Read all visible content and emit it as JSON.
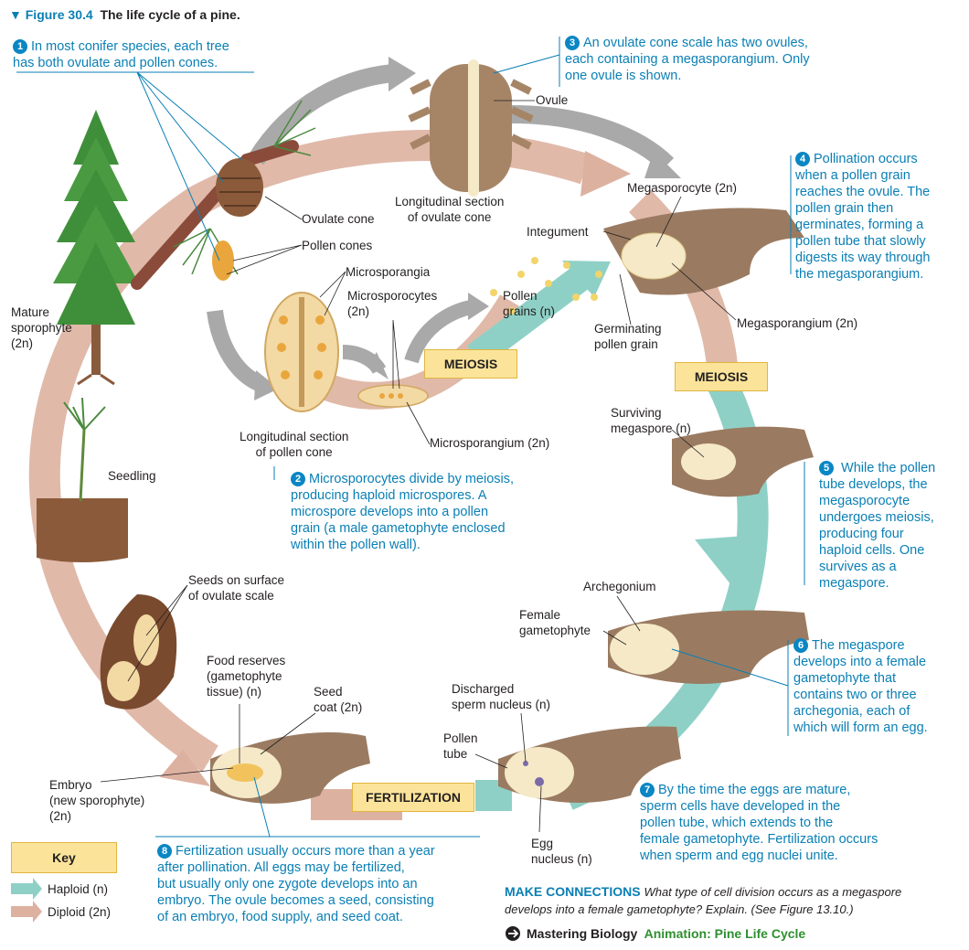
{
  "title": {
    "figure": "▼ Figure 30.4",
    "caption": "The life cycle of a pine."
  },
  "steps": [
    {
      "num": "1",
      "text": "In most conifer species, each tree\nhas both ovulate and pollen cones."
    },
    {
      "num": "2",
      "text": "Microsporocytes divide by meiosis,\nproducing haploid microspores. A\nmicrospore develops into a pollen\ngrain (a male gametophyte enclosed\nwithin the pollen wall)."
    },
    {
      "num": "3",
      "text": "An ovulate cone scale has two ovules,\neach containing a megasporangium. Only\none ovule is shown."
    },
    {
      "num": "4",
      "text": "Pollination occurs\nwhen a pollen grain\nreaches the ovule. The\npollen grain then\ngerminates, forming a\npollen tube that slowly\ndigests its way through\nthe megasporangium."
    },
    {
      "num": "5",
      "text": " While the pollen\ntube develops, the\nmegasporocyte\nundergoes meiosis,\nproducing four\nhaploid cells. One\nsurvives as a\nmegaspore."
    },
    {
      "num": "6",
      "text": "The megaspore\ndevelops into a female\ngametophyte that\ncontains two or three\narchegonia, each of\nwhich will form an egg."
    },
    {
      "num": "7",
      "text": "By the time the eggs are mature,\nsperm cells have developed in the\npollen tube, which extends to the\nfemale gametophyte. Fertilization occurs\nwhen sperm and egg nuclei unite."
    },
    {
      "num": "8",
      "text": "Fertilization usually occurs more than a year\nafter pollination. All eggs may be fertilized,\nbut usually only one zygote develops into an\nembryo. The ovule becomes a seed, consisting\nof an embryo, food supply, and seed coat."
    }
  ],
  "labels": {
    "ovule": "Ovule",
    "long_section_ovulate": "Longitudinal section\nof ovulate cone",
    "ovulate_cone": "Ovulate cone",
    "pollen_cones": "Pollen cones",
    "microsporangia": "Microsporangia",
    "microsporocytes": "Microsporocytes\n(2n)",
    "pollen_grains": "Pollen\ngrains (n)",
    "megasporocyte": "Megasporocyte (2n)",
    "integument": "Integument",
    "germinating_pollen": "Germinating\npollen grain",
    "megasporangium": "Megasporangium (2n)",
    "mature_sporophyte": "Mature\nsporophyte\n(2n)",
    "long_section_pollen": "Longitudinal section\nof pollen cone",
    "microsporangium": "Microsporangium (2n)",
    "surviving_megaspore": "Surviving\nmegaspore (n)",
    "seedling": "Seedling",
    "archegonium": "Archegonium",
    "female_gametophyte": "Female\ngametophyte",
    "seeds_on_scale": "Seeds on surface\nof ovulate scale",
    "food_reserves": "Food reserves\n(gametophyte\ntissue) (n)",
    "seed_coat": "Seed\ncoat (2n)",
    "discharged_sperm": "Discharged\nsperm nucleus (n)",
    "pollen_tube": "Pollen\ntube",
    "embryo": "Embryo\n(new sporophyte)\n(2n)",
    "egg_nucleus": "Egg\nnucleus (n)"
  },
  "process_boxes": {
    "meiosis_1": "MEIOSIS",
    "meiosis_2": "MEIOSIS",
    "fertilization": "FERTILIZATION"
  },
  "key": {
    "title": "Key",
    "haploid": "Haploid (n)",
    "diploid": "Diploid (2n)"
  },
  "make_connections": {
    "heading": "MAKE CONNECTIONS",
    "question": "What type of cell division occurs as a megaspore\ndevelops into a female gametophyte? Explain. (See Figure 13.10.)",
    "mastering": "Mastering Biology",
    "animation": "Animation: Pine Life Cycle"
  },
  "colors": {
    "haploid": "#8fd0c6",
    "diploid": "#ddb1a0",
    "accent": "#0a7fb5",
    "box_fill": "#fbe49a",
    "grey_arrow": "#a9a9a9",
    "cone_tan": "#f3d9a4",
    "tissue_brown": "#9a7b61"
  }
}
